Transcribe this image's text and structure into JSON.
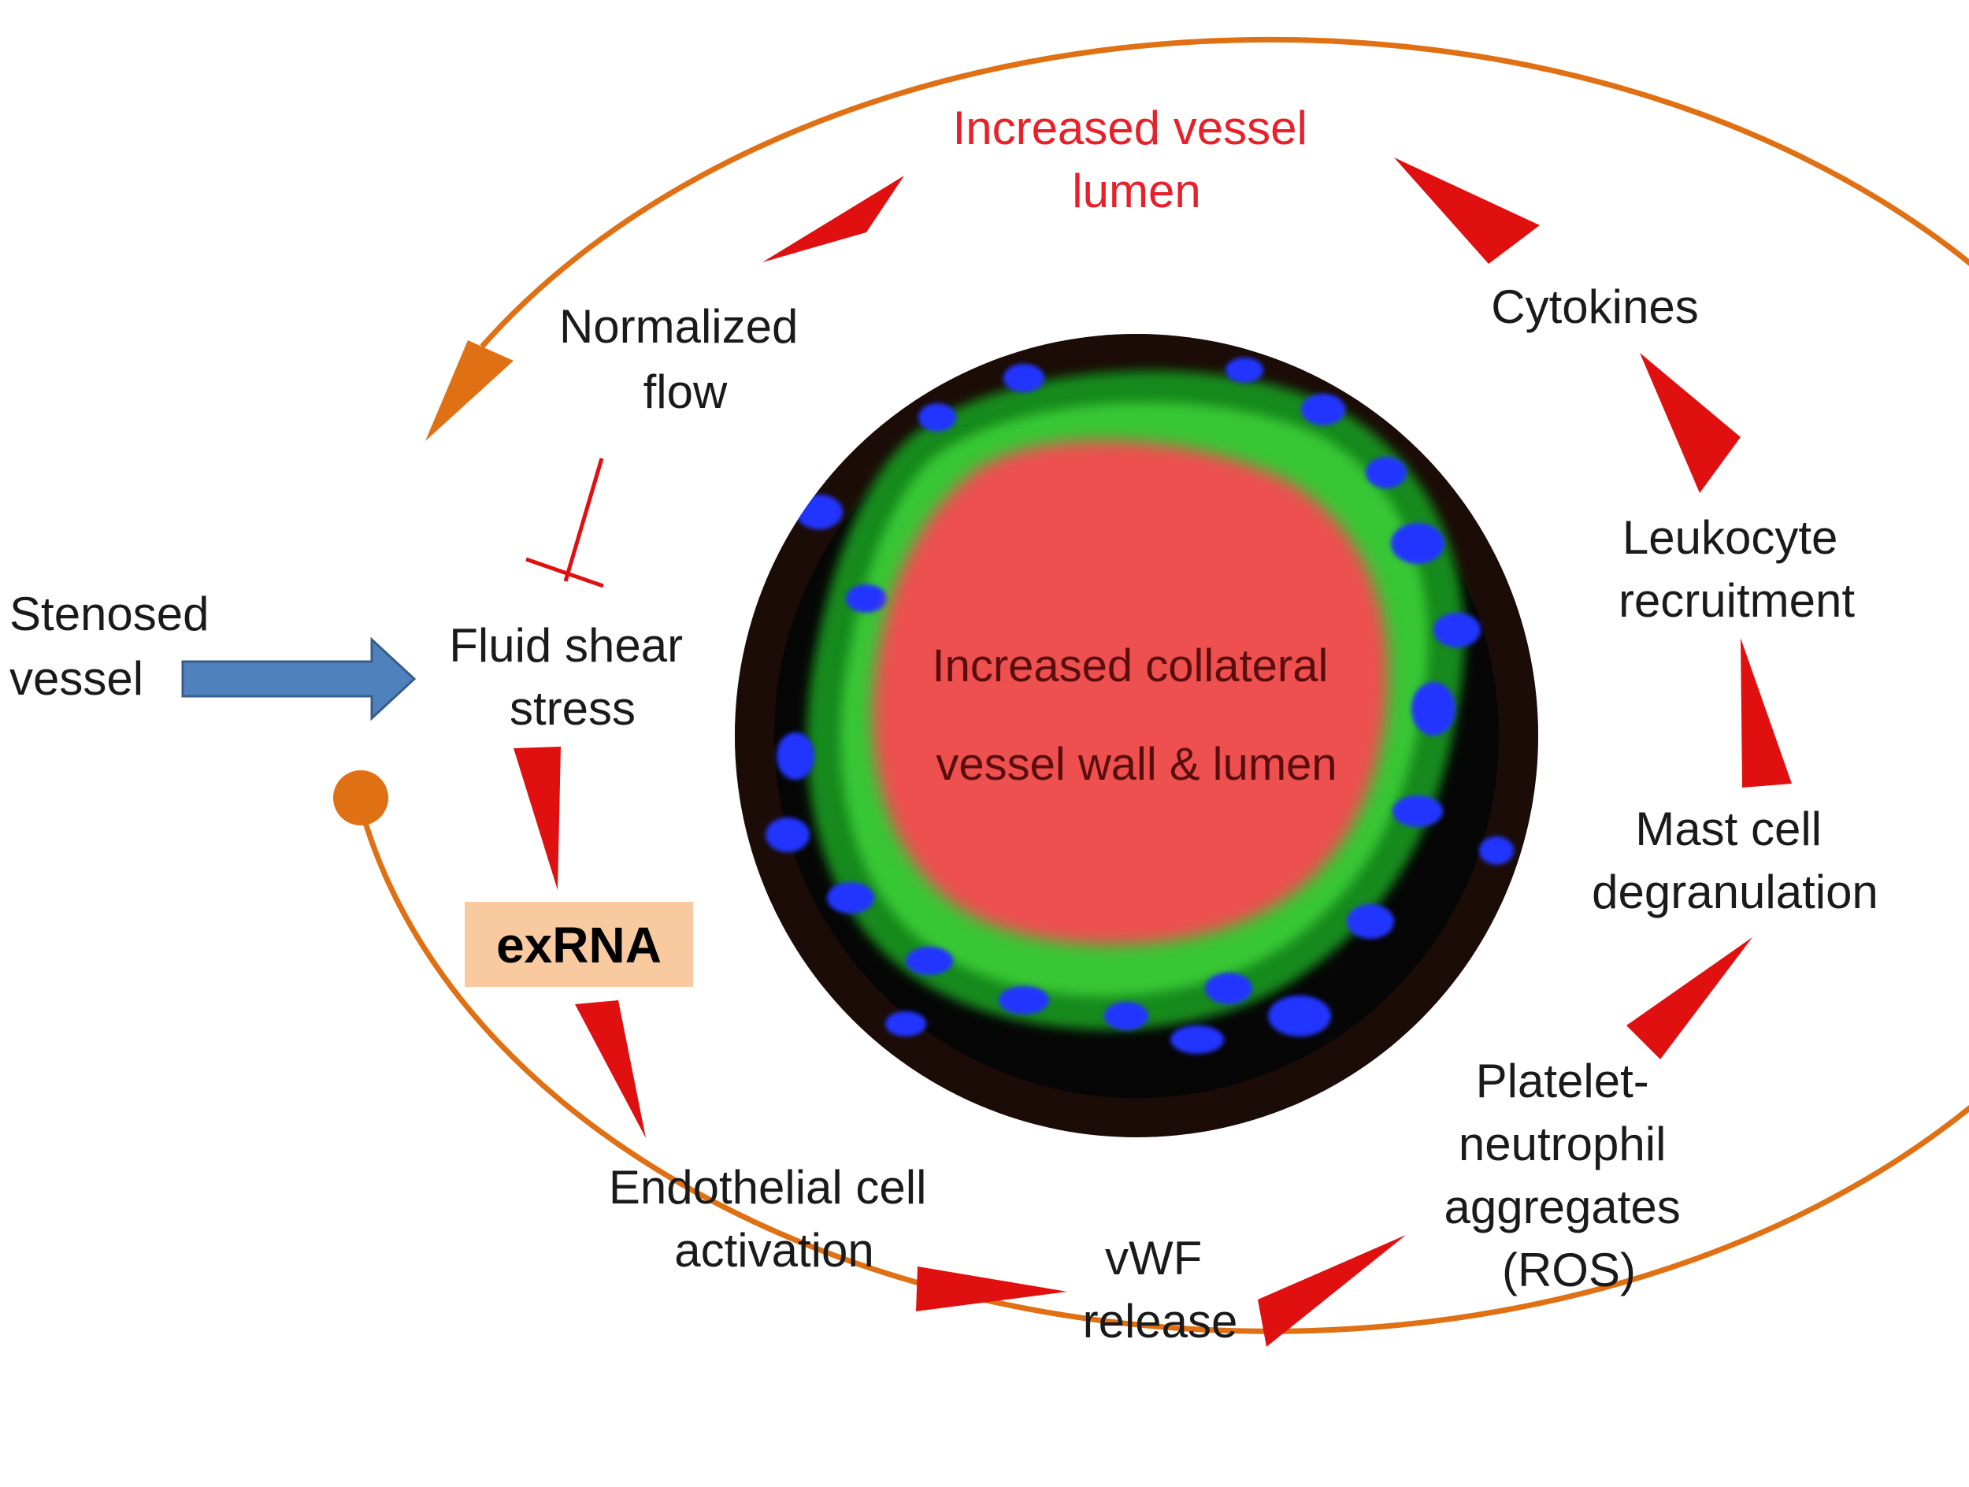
{
  "colors": {
    "cycle_ring": "#e07014",
    "arrowhead": "#e01010",
    "input_arrow": "#4f81bd",
    "lumen": "#ee5050",
    "exrna_box": "#f9c9a0"
  },
  "labels": {
    "increased_lumen": [
      "Increased vessel",
      "lumen"
    ],
    "cytokines": [
      "Cytokines"
    ],
    "leukocyte": [
      "Leukocyte",
      "recruitment"
    ],
    "mast_cell": [
      "Mast cell",
      "degranulation"
    ],
    "platelet": [
      "Platelet-",
      "neutrophil",
      "aggregates",
      "(ROS)"
    ],
    "vwf": [
      "vWF",
      "release"
    ],
    "endothelial": [
      "Endothelial cell",
      "activation"
    ],
    "exrna": "exRNA",
    "fluid_shear": [
      "Fluid shear",
      "stress"
    ],
    "normalized_flow": [
      "Normalized",
      "flow"
    ],
    "stenosed": [
      "Stenosed",
      "vessel"
    ],
    "center": [
      "Increased collateral",
      "vessel wall & lumen"
    ]
  }
}
